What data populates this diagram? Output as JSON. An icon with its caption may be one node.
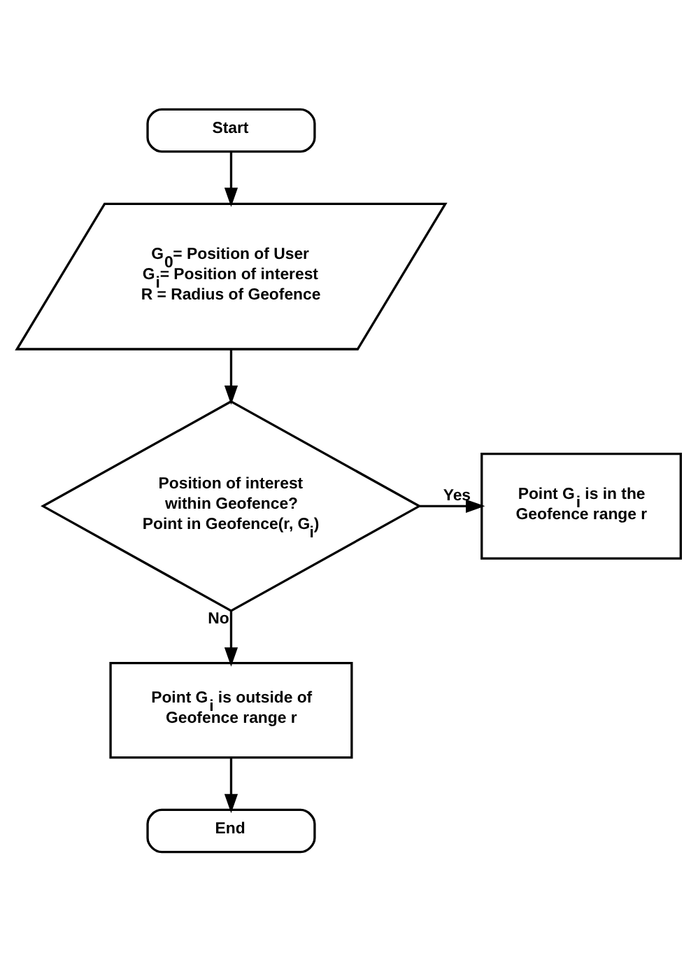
{
  "diagram": {
    "nodes": [
      {
        "text": [
          "Start"
        ]
      },
      {
        "text": [
          "G$_{0}$= Position of User",
          "G$_{i}$= Position of interest",
          "R = Radius of Geofence"
        ]
      },
      {
        "text": [
          "Position of interest within Geofence?",
          "Point in Geofence(r, G$_{i}$)"
        ]
      },
      {
        "text": [
          "Point G$_{i}$ is in the Geofence range r"
        ]
      },
      {
        "text": [
          "Point G$_{i}$ is outside of Geofence range r"
        ]
      },
      {
        "text": [
          "End"
        ]
      }
    ],
    "edges": [
      {
        "from": 0,
        "to": 1,
        "arrow": "to"
      },
      {
        "from": 1,
        "to": 2,
        "arrow": "to"
      },
      {
        "from": 2,
        "to": 3,
        "arrow": "to",
        "label": "Yes"
      },
      {
        "from": 2,
        "to": 4,
        "arrow": "to",
        "label": "No"
      },
      {
        "from": 4,
        "to": 5,
        "arrow": "to"
      }
    ]
  }
}
